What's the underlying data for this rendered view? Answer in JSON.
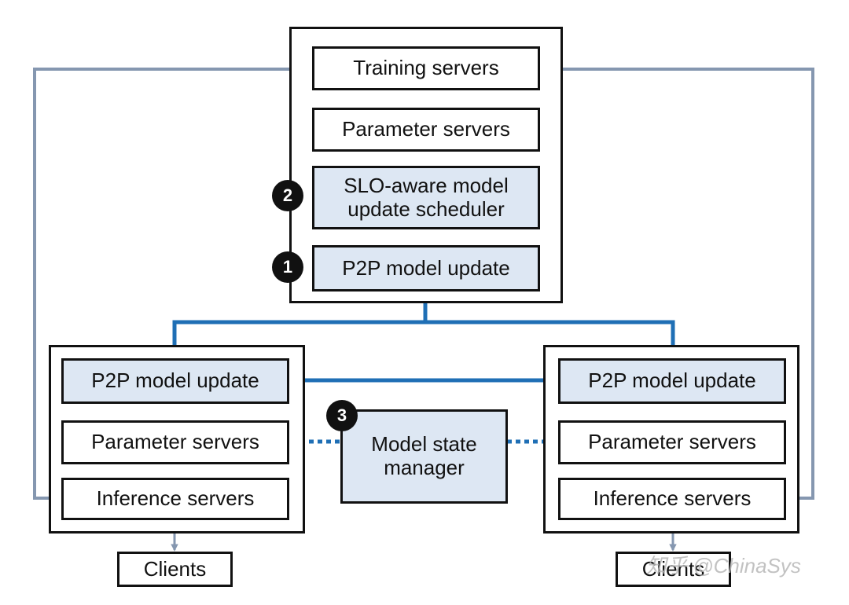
{
  "center": {
    "training": "Training servers",
    "parameter": "Parameter servers",
    "scheduler_line1": "SLO-aware model",
    "scheduler_line2": "update scheduler",
    "p2p": "P2P model update"
  },
  "left": {
    "p2p": "P2P model update",
    "parameter": "Parameter servers",
    "inference": "Inference servers",
    "clients": "Clients"
  },
  "right": {
    "p2p": "P2P model update",
    "parameter": "Parameter servers",
    "inference": "Inference servers",
    "clients": "Clients"
  },
  "manager": {
    "line1": "Model state",
    "line2": "manager"
  },
  "badges": {
    "one": "1",
    "two": "2",
    "three": "3"
  },
  "watermark": "知乎 @ChinaSys",
  "colors": {
    "blue": "#1f6fb5",
    "gray": "#8597b0",
    "highlight": "#dde7f3"
  }
}
